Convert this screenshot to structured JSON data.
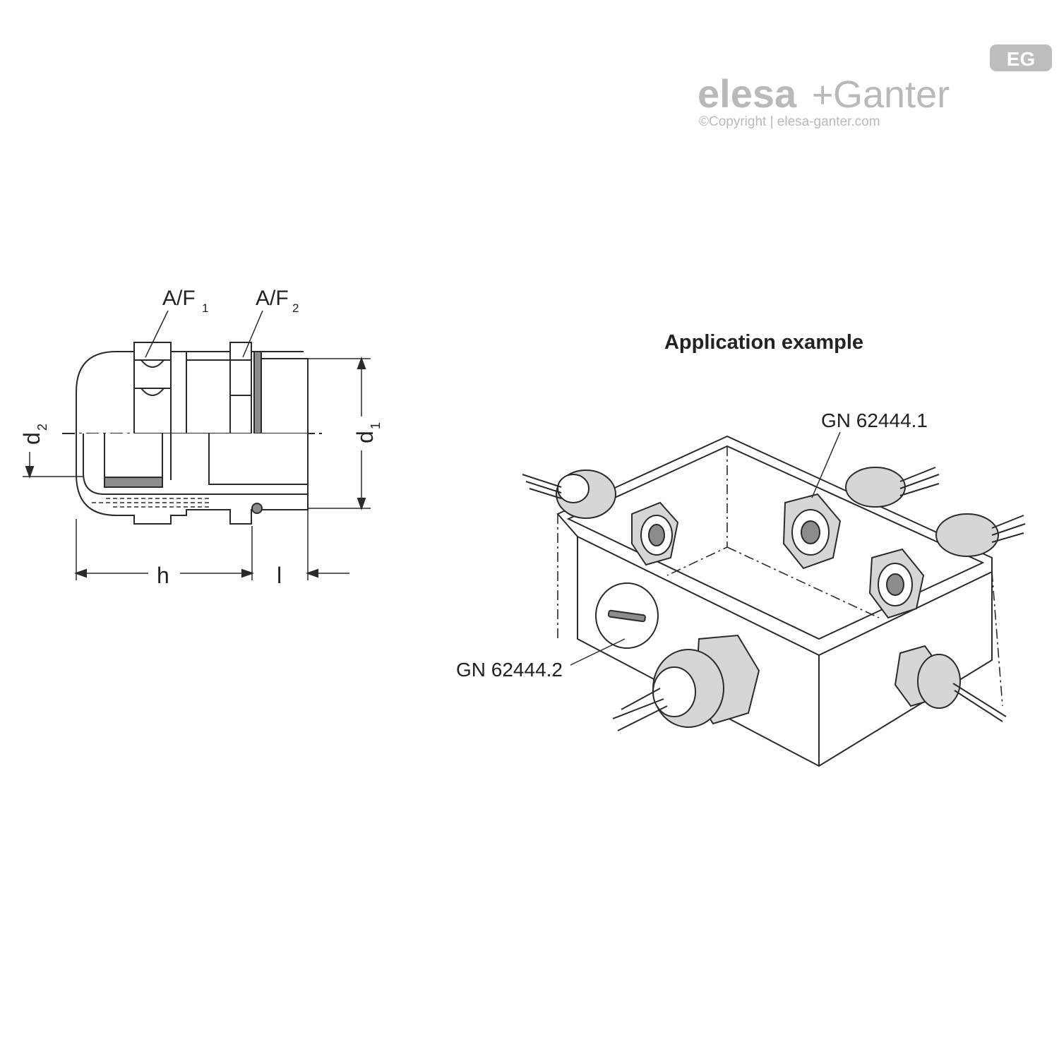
{
  "logo": {
    "badge": "EG",
    "brand_part1": "elesa",
    "brand_plus": "+",
    "brand_part2": "Ganter",
    "copyright": "©Copyright | elesa-ganter.com"
  },
  "section_drawing": {
    "labels": {
      "af1": "A/F",
      "af1_sub": "1",
      "af2": "A/F",
      "af2_sub": "2",
      "d1": "d",
      "d1_sub": "1",
      "d2": "d",
      "d2_sub": "2",
      "h": "h",
      "l": "l"
    }
  },
  "application": {
    "title": "Application example",
    "callout_1": "GN 62444.1",
    "callout_2": "GN 62444.2"
  },
  "colors": {
    "line": "#2a2a2a",
    "grey_fill": "#8c8c8c",
    "light_fill": "#d6d6d6",
    "logo": "#b9b9b9"
  }
}
